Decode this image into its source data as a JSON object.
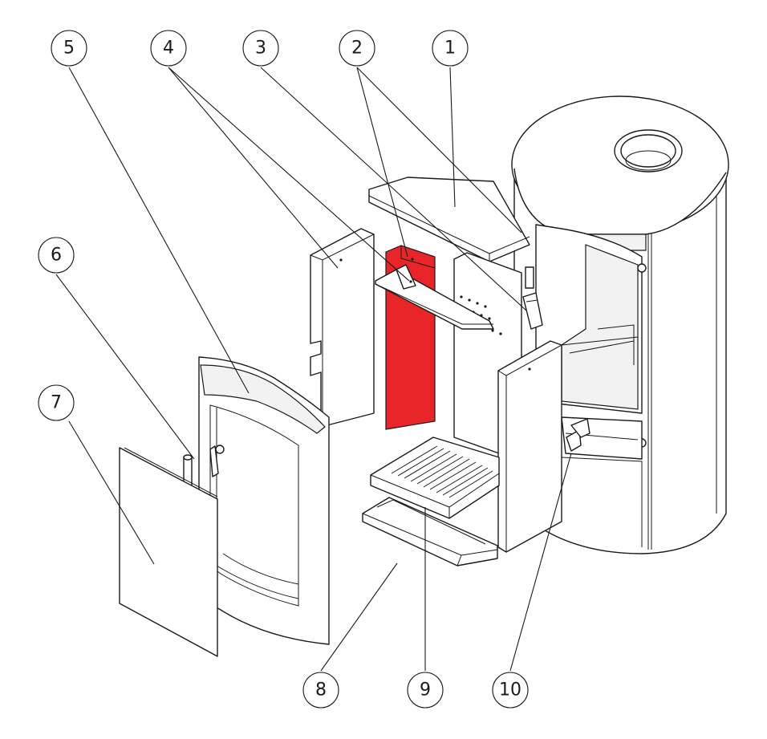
{
  "callouts": [
    {
      "id": "1",
      "label": "1"
    },
    {
      "id": "2",
      "label": "2"
    },
    {
      "id": "3",
      "label": "3"
    },
    {
      "id": "4",
      "label": "4"
    },
    {
      "id": "5",
      "label": "5"
    },
    {
      "id": "6",
      "label": "6"
    },
    {
      "id": "7",
      "label": "7"
    },
    {
      "id": "8",
      "label": "8"
    },
    {
      "id": "9",
      "label": "9"
    },
    {
      "id": "10",
      "label": "10"
    }
  ],
  "highlight_color": "#e8262a"
}
